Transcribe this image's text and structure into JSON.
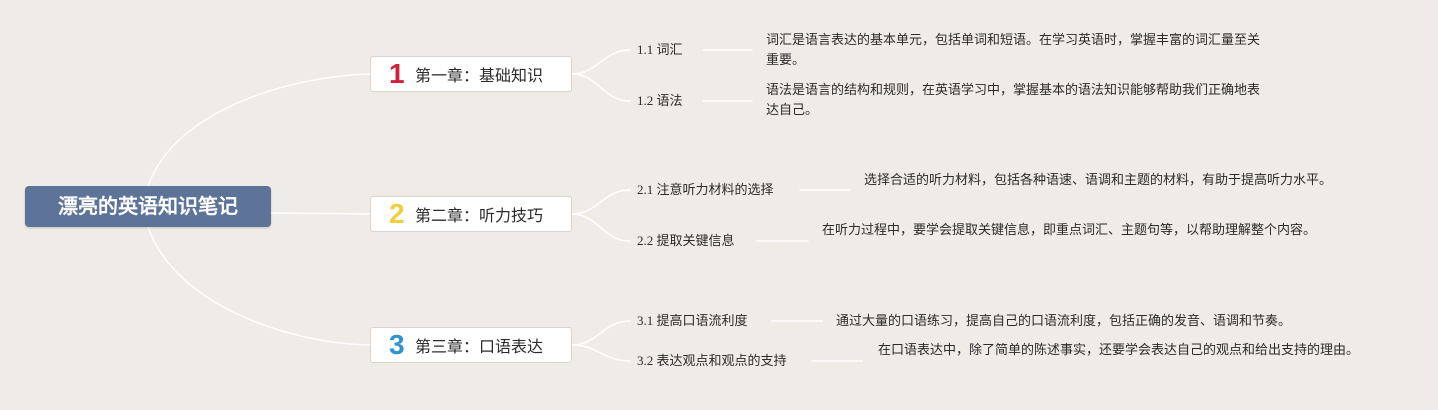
{
  "root": {
    "title": "漂亮的英语知识笔记"
  },
  "colors": {
    "background": "#efebe6",
    "root_fill": "#5d7397",
    "link_line": "#ffffff",
    "chapter_1_number": "#d0203b",
    "chapter_2_number": "#f0cf3c",
    "chapter_3_number": "#2f93d0"
  },
  "chapters": [
    {
      "number": "1",
      "title": "第一章：基础知识",
      "subtopics": [
        {
          "label": "1.1 词汇",
          "detail": "词汇是语言表达的基本单元，包括单词和短语。在学习英语时，掌握丰富的词汇量至关重要。"
        },
        {
          "label": "1.2 语法",
          "detail": "语法是语言的结构和规则，在英语学习中，掌握基本的语法知识能够帮助我们正确地表达自己。"
        }
      ]
    },
    {
      "number": "2",
      "title": "第二章：听力技巧",
      "subtopics": [
        {
          "label": "2.1 注意听力材料的选择",
          "detail": "选择合适的听力材料，包括各种语速、语调和主题的材料，有助于提高听力水平。"
        },
        {
          "label": "2.2 提取关键信息",
          "detail": "在听力过程中，要学会提取关键信息，即重点词汇、主题句等，以帮助理解整个内容。"
        }
      ]
    },
    {
      "number": "3",
      "title": "第三章：口语表达",
      "subtopics": [
        {
          "label": "3.1 提高口语流利度",
          "detail": "通过大量的口语练习，提高自己的口语流利度，包括正确的发音、语调和节奏。"
        },
        {
          "label": "3.2 表达观点和观点的支持",
          "detail": "在口语表达中，除了简单的陈述事实，还要学会表达自己的观点和给出支持的理由。"
        }
      ]
    }
  ]
}
